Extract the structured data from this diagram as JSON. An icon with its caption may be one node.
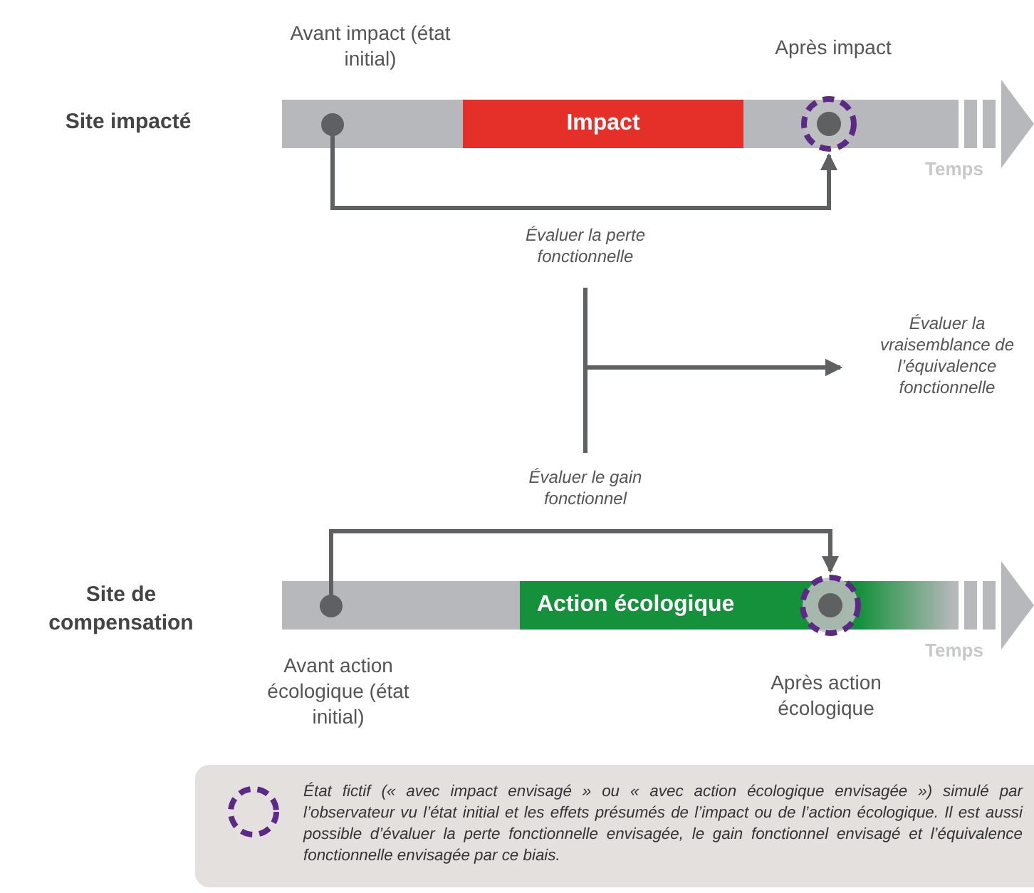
{
  "diagram": {
    "nodes": [
      {
        "text": [],
        "shape": "circle",
        "beside": [
          "Avant impact (état initial)"
        ]
      },
      {
        "text": [
          "Impact"
        ]
      },
      {
        "text": [],
        "shape": "circle",
        "beside": [
          "Après impact"
        ]
      },
      {
        "text": [
          "Évaluer la perte fonctionnelle"
        ]
      },
      {
        "text": [
          "Évaluer la vraisemblance de l’équivalence fonctionnelle"
        ]
      },
      {
        "text": [
          "Évaluer le gain fonctionnel"
        ]
      },
      {
        "text": [],
        "shape": "circle",
        "beside": [
          "Avant action écologique (état initial)"
        ]
      },
      {
        "text": [
          "Action écologique"
        ]
      },
      {
        "text": [],
        "shape": "circle",
        "beside": [
          "Après action écologique"
        ]
      }
    ],
    "edges": [
      {
        "from": 0,
        "to": 2,
        "arrow": "to"
      },
      {
        "from": 3,
        "to": 4,
        "arrow": "to"
      },
      {
        "from": 5,
        "to": 4,
        "arrow": "to"
      },
      {
        "from": 6,
        "to": 8,
        "arrow": "to"
      }
    ],
    "labels": [
      "Site impacté",
      "Temps",
      "Site de compensation",
      "Temps"
    ],
    "legend": [
      {
        "text": "État fictif (« avec impact envisagé » ou « avec action écologique envisagée ») simulé par l’observateur vu l’état initial et les effets présumés de l’impact ou de l’action écologique. Il est aussi possible d’évaluer la perte fonctionnelle envisagée, le gain fonctionnel envisagé et l’équivalence fonctionnelle envisagée par ce biais."
      }
    ]
  }
}
